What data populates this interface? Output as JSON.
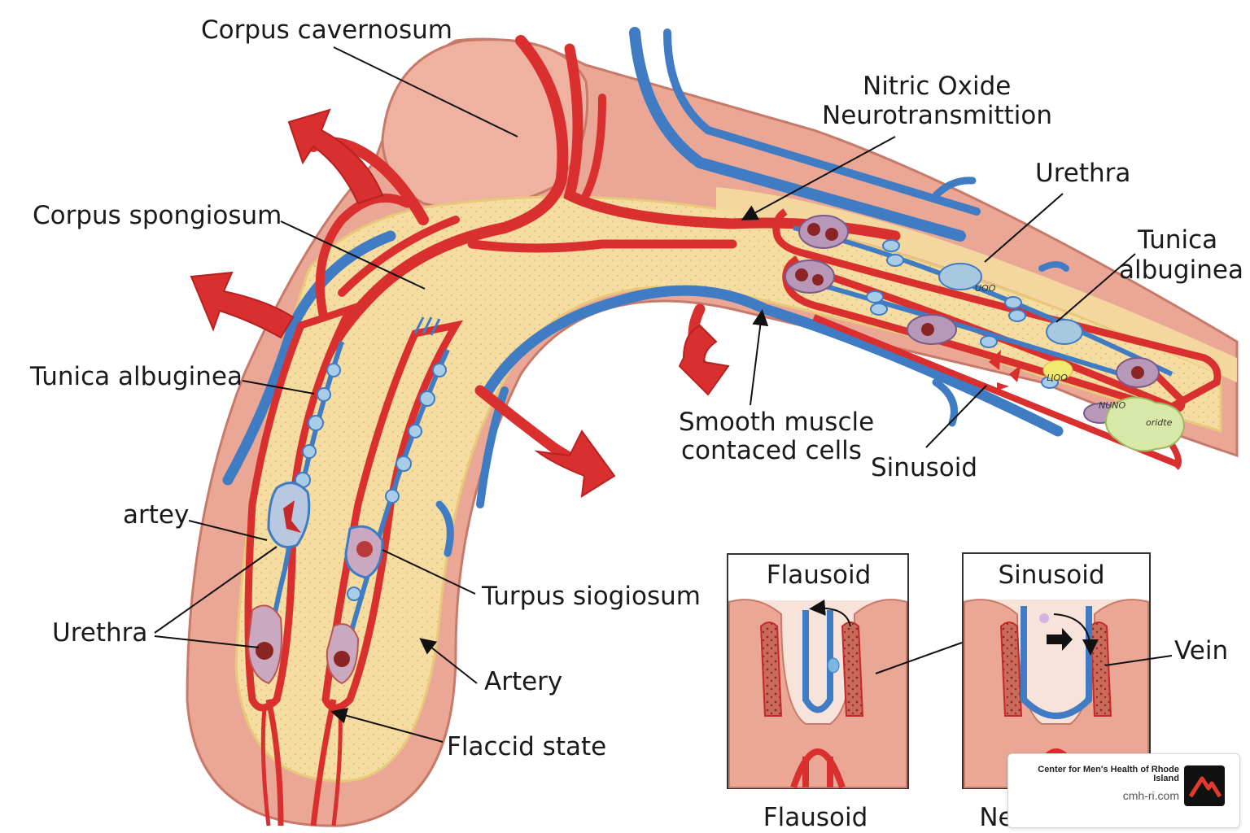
{
  "labels": {
    "corpus_cavernosum": "Corpus cavernosum",
    "nitric_oxide_1": "Nitric Oxide",
    "nitric_oxide_2": "Neurotransmittion",
    "urethra_top": "Urethra",
    "tunica_top_1": "Tunica",
    "tunica_top_2": "albuginea",
    "corpus_spongiosum": "Corpus spongiosum",
    "tunica_left": "Tunica albuginea",
    "smooth_muscle_1": "Smooth muscle",
    "smooth_muscle_2": "contaced cells",
    "sinusoid_main": "Sinusoid",
    "artey": "artey",
    "urethra_left": "Urethra",
    "turpus": "Turpus siogiosum",
    "artery": "Artery",
    "flaccid": "Flaccid state",
    "vein": "Vein"
  },
  "micro_labels": {
    "uoo": "UOO",
    "uoo2": "ЦOO",
    "nuno": "NUNO",
    "oridte": "oridte"
  },
  "inset_left": {
    "title": "Flausoid",
    "caption": "Flausoid"
  },
  "inset_right": {
    "title": "Sinusoid",
    "caption": "Nerve fiber"
  },
  "brand": {
    "name": "Center for Men's Health of Rhode Island",
    "url": "cmh-ri.com"
  },
  "colors": {
    "artery": "#d9302f",
    "vein": "#3f7cc4",
    "tissue": "#ecab99",
    "tunica": "#f3d994",
    "sinus_fill": "#a8cde8"
  }
}
